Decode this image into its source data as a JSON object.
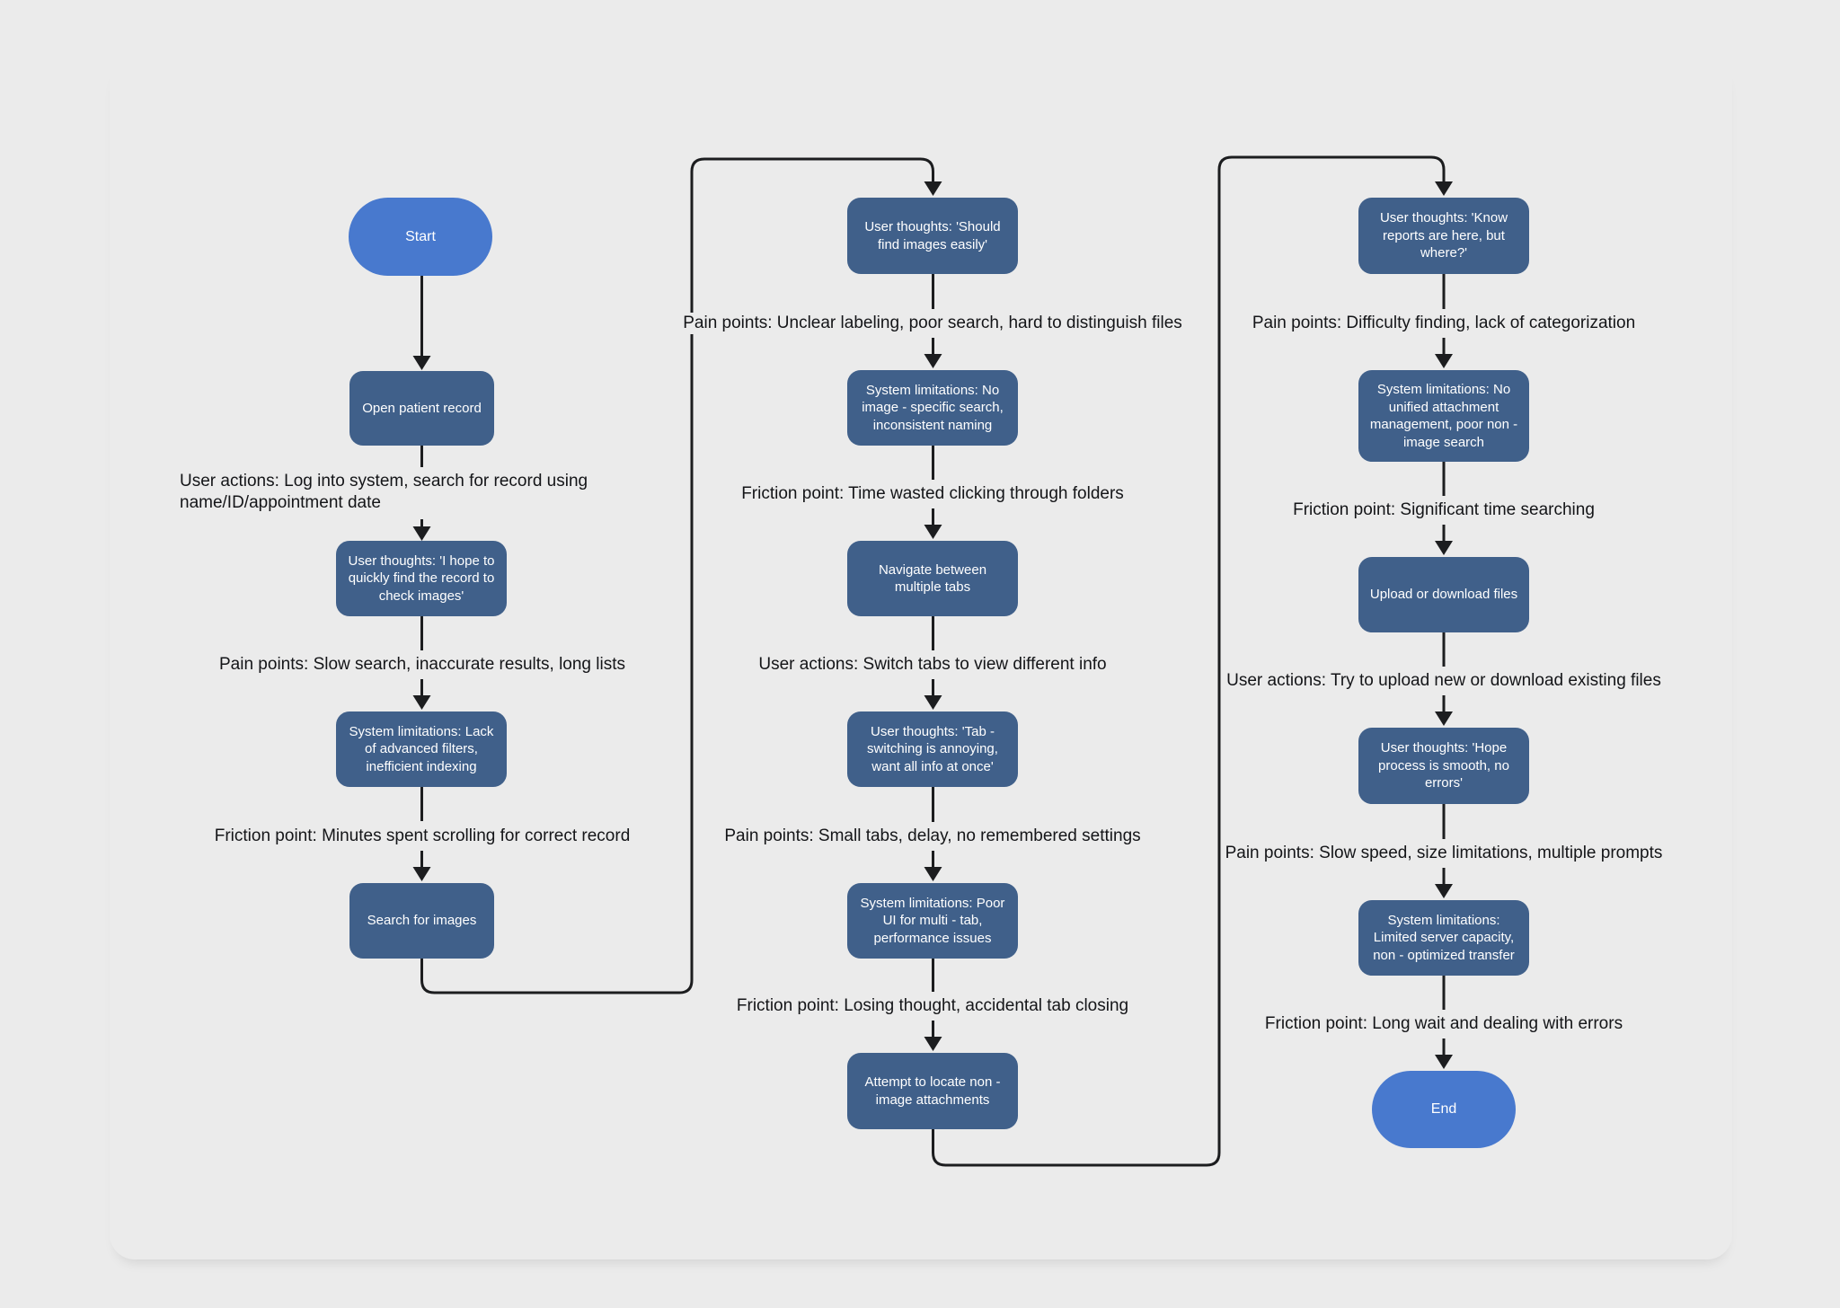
{
  "colors": {
    "background": "#ebebeb",
    "process_fill": "#40608a",
    "terminal_fill": "#4879ce",
    "node_text": "#ffffff",
    "label_text": "#141518",
    "edge": "#1c1d1f"
  },
  "nodes": {
    "start": "Start",
    "open_record": "Open patient record",
    "user_thoughts_1": "User thoughts: 'I hope to quickly find the record to check images'",
    "system_limits_1": "System limitations: Lack of advanced filters, inefficient indexing",
    "search_images": "Search for images",
    "user_thoughts_2": "User thoughts: 'Should find images easily'",
    "system_limits_2": "System limitations: No image - specific search, inconsistent naming",
    "navigate_tabs": "Navigate between multiple tabs",
    "user_thoughts_3": "User thoughts: 'Tab - switching is annoying, want all info at once'",
    "system_limits_3": "System limitations: Poor UI for multi - tab, performance issues",
    "locate_attachments": "Attempt to locate non - image attachments",
    "user_thoughts_4": "User thoughts: 'Know reports are here, but where?'",
    "system_limits_4": "System limitations: No unified attachment management, poor non - image search",
    "upload_download": "Upload or download files",
    "user_thoughts_5": "User thoughts: 'Hope process is smooth, no errors'",
    "system_limits_5": "System limitations: Limited server capacity, non - optimized transfer",
    "end": "End"
  },
  "edge_labels": {
    "user_actions_1": "User actions: Log into system, search for record using name/ID/appointment date",
    "pain_points_1": "Pain points: Slow search, inaccurate results, long lists",
    "friction_1": "Friction point: Minutes spent scrolling for correct record",
    "pain_points_2": "Pain points: Unclear labeling, poor search, hard to distinguish files",
    "friction_2": "Friction point: Time wasted clicking through folders",
    "user_actions_2": "User actions: Switch tabs to view different info",
    "pain_points_3": "Pain points: Small tabs, delay, no remembered settings",
    "friction_3": "Friction point: Losing thought, accidental tab closing",
    "pain_points_4": "Pain points: Difficulty finding, lack of categorization",
    "friction_4": "Friction point: Significant time searching",
    "user_actions_3": "User actions: Try to upload new or download existing files",
    "pain_points_5": "Pain points: Slow speed, size limitations, multiple prompts",
    "friction_5": "Friction point: Long wait and dealing with errors"
  }
}
